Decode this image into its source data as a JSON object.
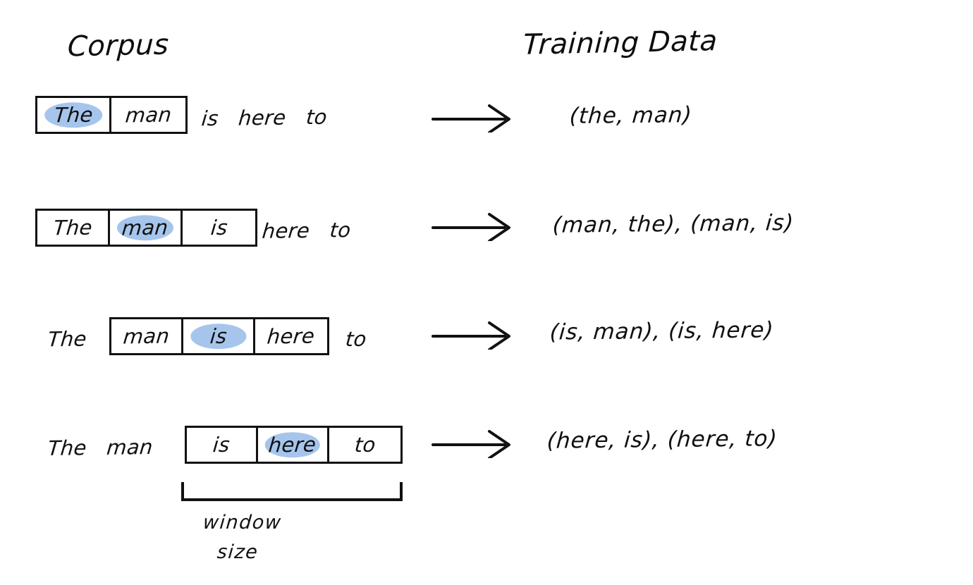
{
  "headings": {
    "left": "Corpus",
    "right": "Training Data"
  },
  "colors": {
    "highlight": "#a6c5ec",
    "ink": "#111111",
    "background": "#ffffff"
  },
  "sentence": [
    "The",
    "man",
    "is",
    "here",
    "to"
  ],
  "window_size_label": {
    "line1": "window",
    "line2": "size"
  },
  "rows": [
    {
      "before": [],
      "box": [
        {
          "text": "The",
          "highlighted": true
        },
        {
          "text": "man",
          "highlighted": false
        }
      ],
      "after": [
        "is",
        "here",
        "to"
      ],
      "arrow": "arrow-right",
      "pairs": "(the, man)"
    },
    {
      "before": [],
      "box": [
        {
          "text": "The",
          "highlighted": false
        },
        {
          "text": "man",
          "highlighted": true
        },
        {
          "text": "is",
          "highlighted": false
        }
      ],
      "after": [
        "here",
        "to"
      ],
      "arrow": "arrow-right",
      "pairs": "(man, the), (man, is)"
    },
    {
      "before": [
        "The"
      ],
      "box": [
        {
          "text": "man",
          "highlighted": false
        },
        {
          "text": "is",
          "highlighted": true
        },
        {
          "text": "here",
          "highlighted": false
        }
      ],
      "after": [
        "to"
      ],
      "arrow": "arrow-right",
      "pairs": "(is, man), (is, here)"
    },
    {
      "before": [
        "The",
        "man"
      ],
      "box": [
        {
          "text": "is",
          "highlighted": false
        },
        {
          "text": "here",
          "highlighted": true
        },
        {
          "text": "to",
          "highlighted": false
        }
      ],
      "after": [],
      "arrow": "arrow-right",
      "pairs": "(here, is), (here, to)"
    }
  ]
}
